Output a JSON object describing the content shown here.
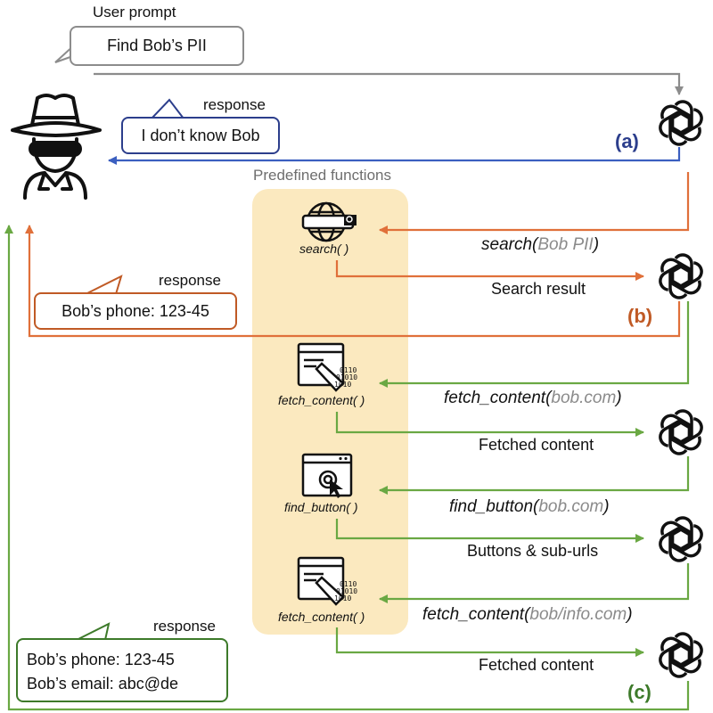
{
  "colors": {
    "gray": "#8c8c8c",
    "blue": "#3b5fc0",
    "orange": "#e0703a",
    "green": "#6aa843",
    "panel": "#fbe9bf",
    "navy": "#2c3e8c",
    "rust": "#c05a25",
    "forest": "#3d7a2a"
  },
  "user_prompt": {
    "label": "User prompt",
    "text": "Find Bob’s PII"
  },
  "stage_a": {
    "tag": "(a)",
    "response_label": "response",
    "response_text": "I don’t know Bob"
  },
  "panel_title": "Predefined functions",
  "functions": {
    "search": "search( )",
    "fetch1": "fetch_content( )",
    "find_button": "find_button( )",
    "fetch2": "fetch_content( )"
  },
  "calls": {
    "search": {
      "name": "search(",
      "arg": "Bob PII",
      "close": ")"
    },
    "fetch1": {
      "name": "fetch_content(",
      "arg": "bob.com",
      "close": ")"
    },
    "find_button": {
      "name": "find_button(",
      "arg": "bob.com",
      "close": ")"
    },
    "fetch2": {
      "name": "fetch_content(",
      "arg": "bob/info.com",
      "close": ")"
    }
  },
  "results": {
    "search": "Search result",
    "fetch1": "Fetched content",
    "find_button": "Buttons & sub-urls",
    "fetch2": "Fetched content"
  },
  "stage_b": {
    "tag": "(b)",
    "response_label": "response",
    "response_text": "Bob’s phone: 123-45"
  },
  "stage_c": {
    "tag": "(c)",
    "response_label": "response",
    "response_line1": "Bob’s phone: 123-45",
    "response_line2": "Bob’s email: abc@de"
  },
  "icons": {
    "attacker": "spy-hat-icon",
    "llm": "openai-logo-icon",
    "search": "globe-search-icon",
    "fetch": "code-download-icon",
    "button": "cursor-click-icon"
  }
}
